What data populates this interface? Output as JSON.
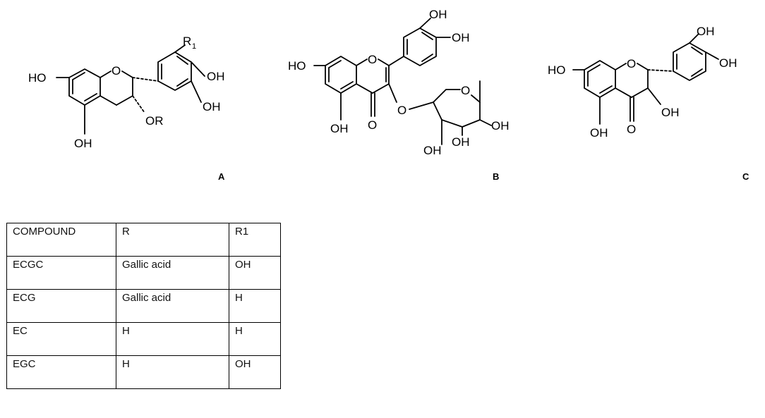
{
  "structures": [
    {
      "panel": "A",
      "labels": {
        "r1": "R",
        "r1_sub": "1",
        "oh_4p": "OH",
        "oh_5p": "OH",
        "ho_7": "HO",
        "oh_5": "OH",
        "or": "OR",
        "ring_o": "O"
      }
    },
    {
      "panel": "B",
      "labels": {
        "oh_3p": "OH",
        "oh_4p": "OH",
        "ho_7": "HO",
        "ring_o": "O",
        "oh_5": "OH",
        "keto_o": "O",
        "glyco_o": "O",
        "sugar_o": "O",
        "oh_s2": "OH",
        "oh_s3": "OH",
        "oh_s4": "OH"
      }
    },
    {
      "panel": "C",
      "labels": {
        "oh_3p": "OH",
        "oh_4p": "OH",
        "ho_7": "HO",
        "ring_o": "O",
        "oh_5": "OH",
        "keto_o": "O",
        "oh_3": "OH"
      }
    }
  ],
  "table": {
    "rows": [
      [
        "COMPOUND",
        "R",
        "R1"
      ],
      [
        "ECGC",
        "Gallic acid",
        "OH"
      ],
      [
        "ECG",
        "Gallic acid",
        "H"
      ],
      [
        "EC",
        "H",
        "H"
      ],
      [
        "EGC",
        "H",
        "OH"
      ]
    ]
  }
}
